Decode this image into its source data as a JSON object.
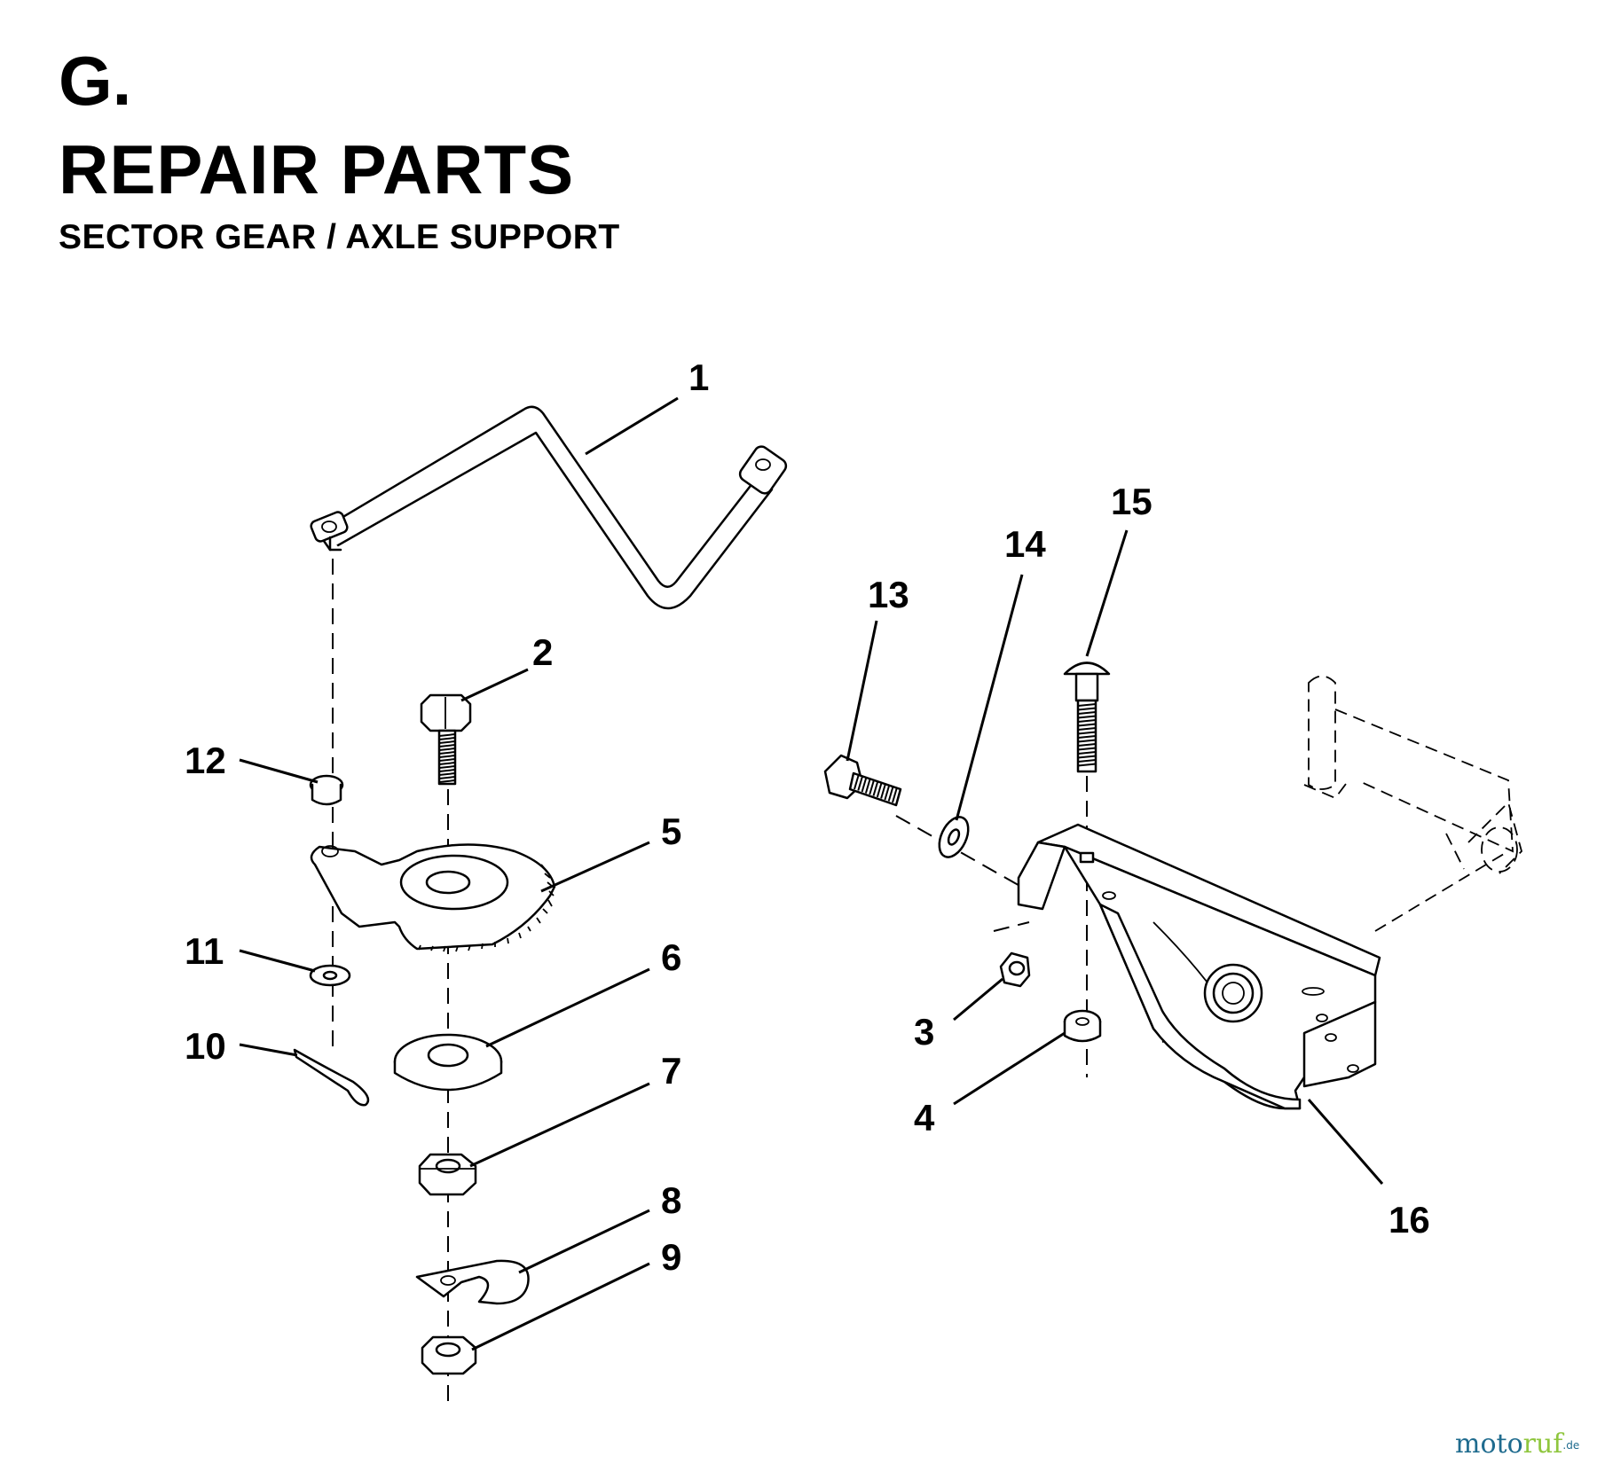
{
  "header": {
    "section_letter": "G.",
    "title": "REPAIR PARTS",
    "subtitle": "SECTOR GEAR / AXLE SUPPORT"
  },
  "callouts": [
    "1",
    "2",
    "3",
    "4",
    "5",
    "6",
    "7",
    "8",
    "9",
    "10",
    "11",
    "12",
    "13",
    "14",
    "15",
    "16"
  ],
  "watermark": {
    "part_a": "moto",
    "part_b": "ruf",
    "suffix": ".de"
  },
  "colors": {
    "ink": "#000000",
    "watermark_blue": "#1f6b8e",
    "watermark_green": "#8fc63e"
  }
}
